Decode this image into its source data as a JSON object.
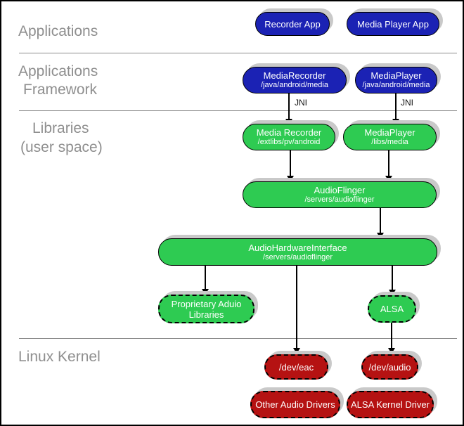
{
  "colors": {
    "blue": "#1b22b4",
    "green": "#2ecb52",
    "red": "#b51212",
    "shadow": "#c9c9c9",
    "label_gray": "#8f8f8f",
    "line_gray": "#8a8a8a"
  },
  "sections": {
    "applications": {
      "line1": "Applications"
    },
    "framework": {
      "line1": "Applications",
      "line2": "Framework"
    },
    "libraries": {
      "line1": "Libraries",
      "line2": "(user space)"
    },
    "kernel": {
      "line1": "Linux Kernel"
    }
  },
  "annotations": {
    "jni1": "JNI",
    "jni2": "JNI"
  },
  "nodes": {
    "recorder_app": {
      "title": "Recorder App"
    },
    "media_player_app": {
      "title": "Media Player App"
    },
    "media_recorder_fw": {
      "title": "MediaRecorder",
      "subtitle": "/java/android/media"
    },
    "media_player_fw": {
      "title": "MediaPlayer",
      "subtitle": "/java/android/media"
    },
    "media_recorder_lib": {
      "title": "Media Recorder",
      "subtitle": "/extlibs/pv/android"
    },
    "media_player_lib": {
      "title": "MediaPlayer",
      "subtitle": "/libs/media"
    },
    "audioflinger": {
      "title": "AudioFlinger",
      "subtitle": "/servers/audioflinger"
    },
    "audio_hw_interface": {
      "title": "AudioHardwareInterface",
      "subtitle": "/servers/audioflinger"
    },
    "proprietary_audio_libs": {
      "title": "Proprietary Aduio Libraries"
    },
    "alsa": {
      "title": "ALSA"
    },
    "dev_eac": {
      "title": "/dev/eac"
    },
    "dev_audio": {
      "title": "/dev/audio"
    },
    "other_audio_drivers": {
      "title": "Other Audio Drivers"
    },
    "alsa_kernel_driver": {
      "title": "ALSA Kernel Driver"
    }
  }
}
